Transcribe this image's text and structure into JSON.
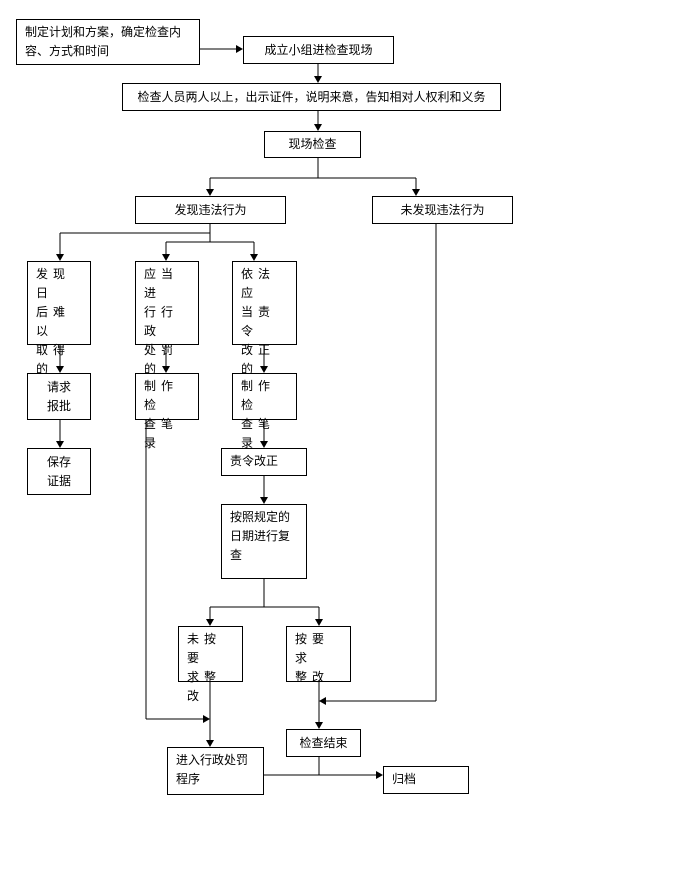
{
  "nodes": {
    "plan": "制定计划和方案，确定检查内\n容、方式和时间",
    "team": "成立小组进检查现场",
    "inspectors": "检查人员两人以上，出示证件，说明来意，告知相对人权利和义务",
    "onsite": "现场检查",
    "found": "发现违法行为",
    "not_found": "未发现违法行为",
    "hard_evidence": "发现日\n后难以\n取得的\n证据",
    "admin_penalty": "应当进\n行行政\n处罚的\n行为",
    "order_correct": "依法应\n当责令\n改正的\n行为",
    "request_approval": "请求\n报批",
    "record1": "制作检\n查笔录",
    "record2": "制作检\n查笔录",
    "preserve": "保存\n证据",
    "correction": "责令改正",
    "recheck": "按照规定的\n日期进行复\n查",
    "not_corrected": "未按要\n求整改",
    "corrected": "按要求\n整改",
    "end": "检查结束",
    "penalty_procedure": "进入行政处罚\n程序",
    "archive": "归档"
  }
}
